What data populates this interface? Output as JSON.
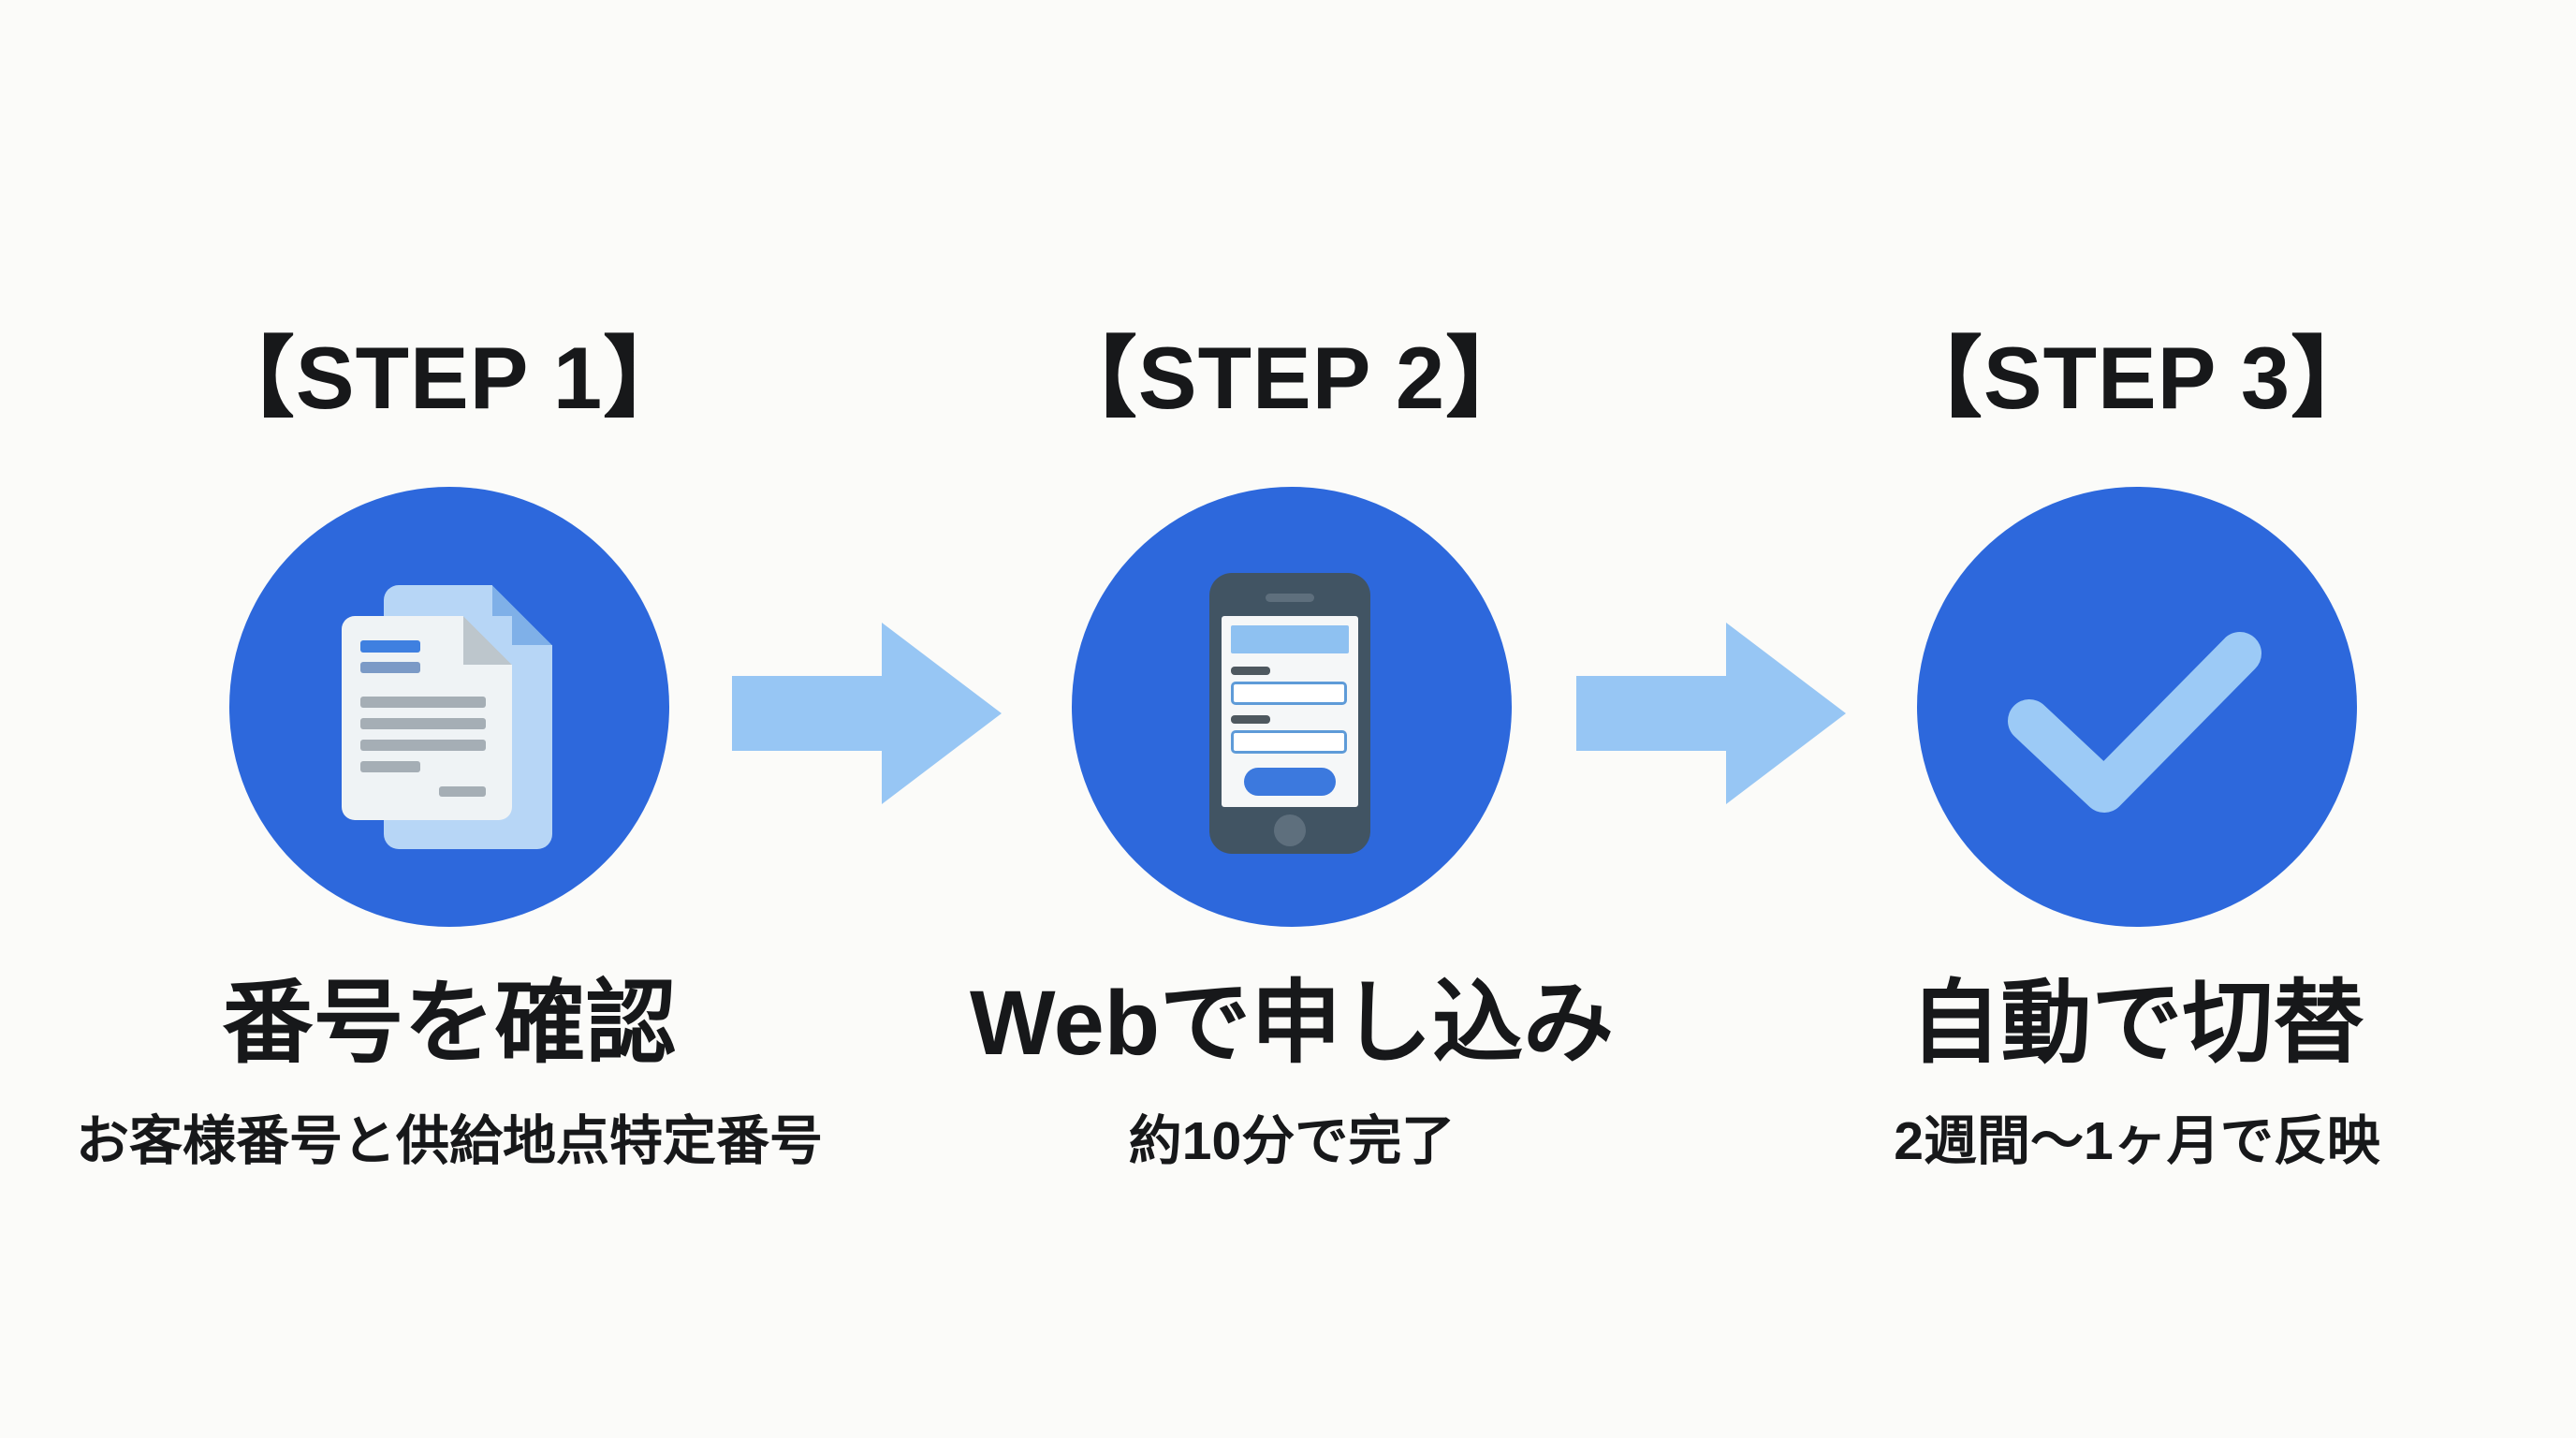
{
  "diagram": {
    "steps": [
      {
        "heading": "【STEP 1】",
        "title": "番号を確認",
        "subtitle": "お客様番号と供給地点特定番号",
        "icon": "documents-icon"
      },
      {
        "heading": "【STEP 2】",
        "title": "Webで申し込み",
        "subtitle": "約10分で完了",
        "icon": "smartphone-form-icon"
      },
      {
        "heading": "【STEP 3】",
        "title": "自動で切替",
        "subtitle": "2週間〜1ヶ月で反映",
        "icon": "checkmark-icon"
      }
    ],
    "arrows": [
      "arrow-right-icon",
      "arrow-right-icon"
    ],
    "colors": {
      "background": "#fbfbf9",
      "text": "#17181a",
      "circle_blue": "#2d68dc",
      "arrow_blue": "#97c6f4",
      "check_light_blue": "#9ccaf6",
      "doc_back_blue": "#b7d6f6",
      "doc_fold_blue": "#7fb0e8",
      "page_white": "#eff3f5",
      "page_fold_gray": "#bdc6cc",
      "bar_blue": "#3f80e0",
      "bar_steel": "#7b9ac6",
      "bar_gray": "#a5aeb5",
      "phone_body": "#415463",
      "phone_detail_gray": "#5e6f7d",
      "screen_white": "#f5f7f8",
      "screen_header_blue": "#8ec1f1",
      "screen_label_dark": "#4e585f",
      "input_border_blue": "#5e9bd8",
      "button_blue": "#3c79de"
    }
  }
}
